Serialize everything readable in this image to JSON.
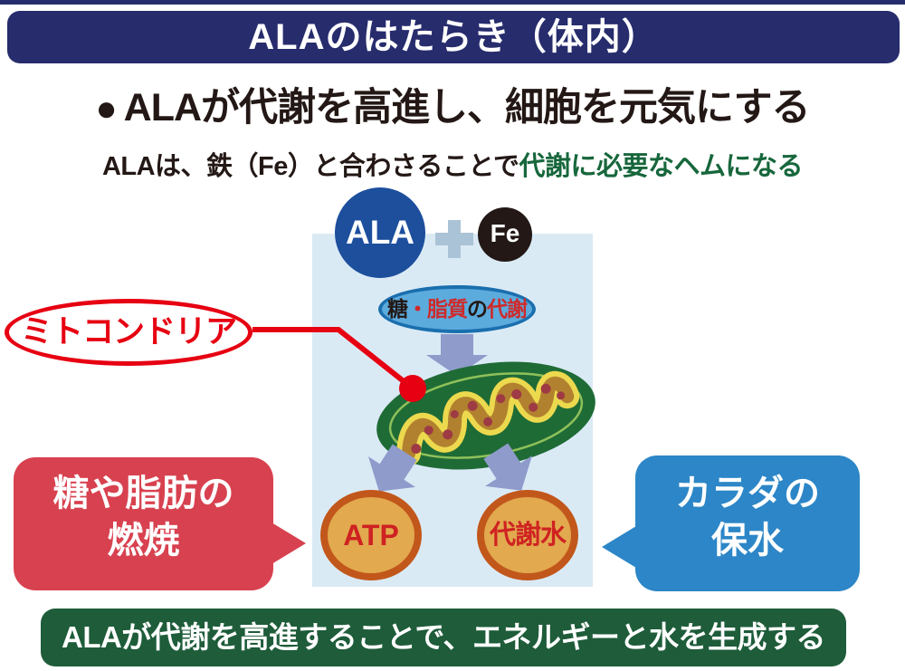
{
  "header": {
    "title": "ALAのはたらき（体内）"
  },
  "heading": {
    "bullet": "●",
    "text": "ALAが代謝を高進し、細胞を元気にする"
  },
  "subtitle": {
    "part1": "ALAは、鉄（Fe）と合わさることで",
    "part2": "代謝に必要なヘムになる"
  },
  "diagram": {
    "ala_label": "ALA",
    "fe_label": "Fe",
    "metabolism_oval": {
      "seg1": "糖",
      "seg2": "・",
      "seg3": "脂質",
      "seg4": "の",
      "seg5": "代謝"
    },
    "mitochondria_label": "ミトコンドリア",
    "atp_label": "ATP",
    "metabolic_water_label": "代謝水"
  },
  "left_bubble": {
    "line1": "糖や脂肪の",
    "line2": "燃焼"
  },
  "right_bubble": {
    "line1": "カラダの",
    "line2": "保水"
  },
  "footer": {
    "text": "ALAが代謝を高進することで、エネルギーと水を生成する"
  },
  "colors": {
    "navy": "#272c6d",
    "panel_blue": "#daeaf5",
    "ala_blue": "#1d4f9d",
    "fe_black": "#231815",
    "plus_gray_blue": "#aac3d6",
    "oval_fill": "#5cabdd",
    "oval_border": "#1a6fae",
    "arrow_purple": "#8f9bcb",
    "mito_green": "#1f6b36",
    "cristae_yellow": "#ecd94e",
    "cristae_tan": "#b2812f",
    "callout_red": "#e60012",
    "result_fill": "#e2a94e",
    "result_border": "#c2571b",
    "result_text_red": "#cf2222",
    "left_bubble_red": "#d8414f",
    "right_bubble_blue": "#2c86c7",
    "footer_green": "#1e5c3a",
    "subtitle_green": "#17673c"
  }
}
